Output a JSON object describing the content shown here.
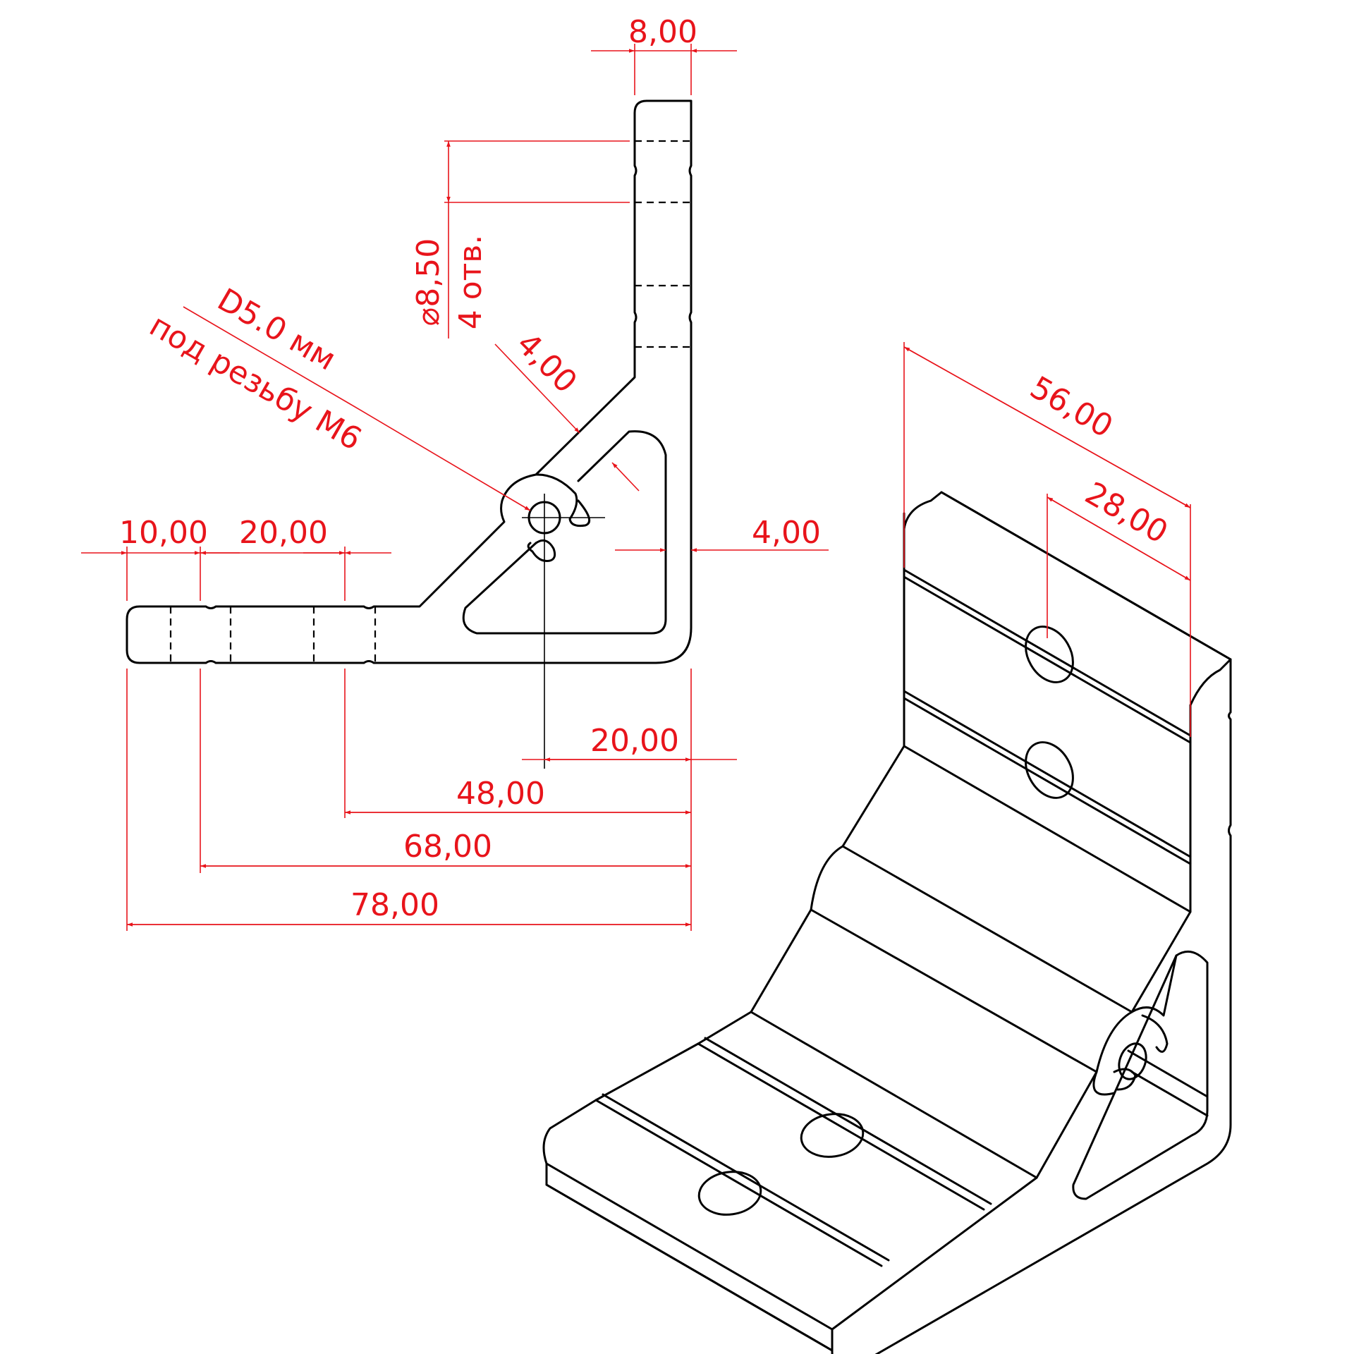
{
  "colors": {
    "dimension": "#e8141b",
    "outline": "#000000",
    "background": "#ffffff"
  },
  "dimensions": {
    "top_width": "8,00",
    "hole_diameter": "8,50",
    "hole_count": "4 отв.",
    "wall_thickness_diagonal": "4,00",
    "wall_thickness_side": "4,00",
    "left_offset": "10,00",
    "hole_spacing": "20,00",
    "center_distance": "20,00",
    "dist_48": "48,00",
    "dist_68": "68,00",
    "overall_78": "78,00",
    "iso_width": "56,00",
    "iso_half": "28,00"
  },
  "notes": {
    "thread_line1": "D5.0 мм",
    "thread_line2": "под резьбу М6"
  }
}
